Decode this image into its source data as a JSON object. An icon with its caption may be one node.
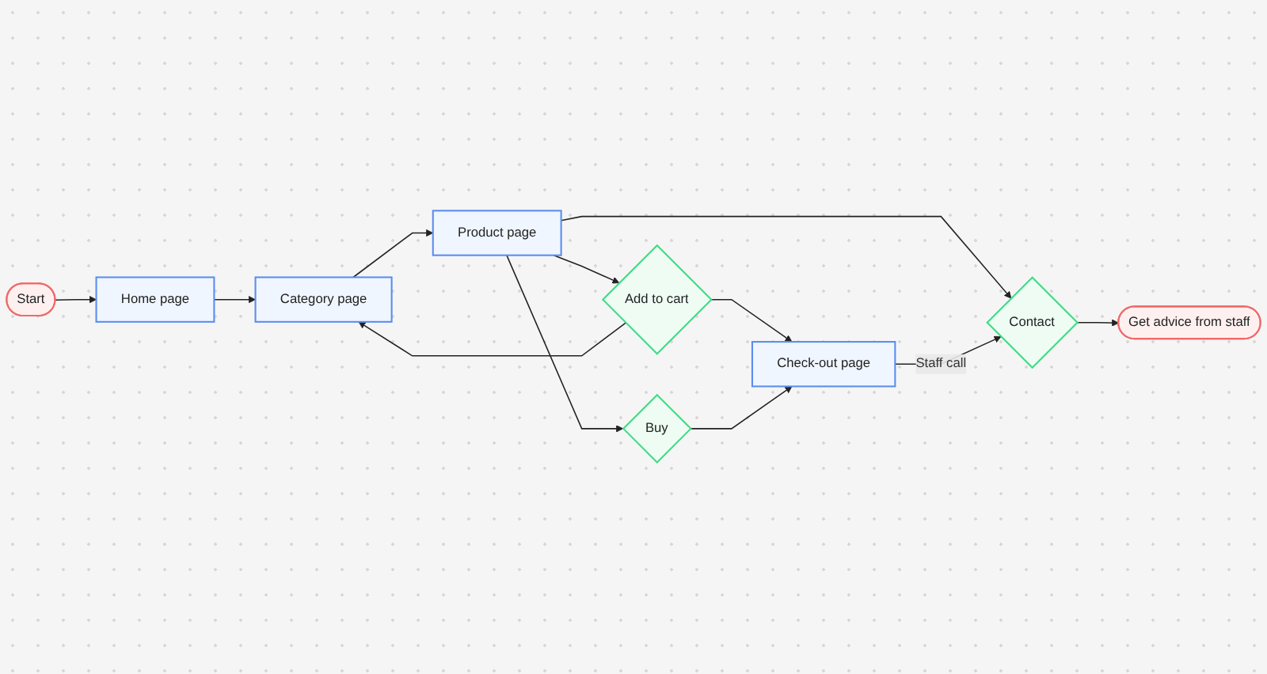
{
  "diagram": {
    "nodes": [
      {
        "text": [
          "Start"
        ]
      },
      {
        "text": [
          "Add to cart"
        ]
      },
      {
        "text": [
          "Home page"
        ]
      },
      {
        "text": [
          "Category page"
        ]
      },
      {
        "text": [
          "Product page"
        ]
      },
      {
        "text": [
          "Buy"
        ]
      },
      {
        "text": [
          "Check-out page"
        ]
      },
      {
        "text": [
          "Contact"
        ]
      },
      {
        "text": [
          "Get advice from staff"
        ]
      }
    ],
    "edges": [
      {
        "from": 0,
        "to": 2,
        "arrow": "to"
      },
      {
        "from": 2,
        "to": 3,
        "arrow": "to"
      },
      {
        "from": 3,
        "to": 4,
        "arrow": "to"
      },
      {
        "from": 4,
        "to": 1,
        "arrow": "to"
      },
      {
        "from": 1,
        "to": 3,
        "arrow": "to"
      },
      {
        "from": 1,
        "to": 6,
        "arrow": "to"
      },
      {
        "from": 4,
        "to": 5,
        "arrow": "to"
      },
      {
        "from": 5,
        "to": 6,
        "arrow": "to"
      },
      {
        "from": 4,
        "to": 7,
        "arrow": "to"
      },
      {
        "from": 6,
        "to": 7,
        "label": "Staff call",
        "arrow": "to"
      },
      {
        "from": 7,
        "to": 8,
        "arrow": "to"
      }
    ]
  }
}
